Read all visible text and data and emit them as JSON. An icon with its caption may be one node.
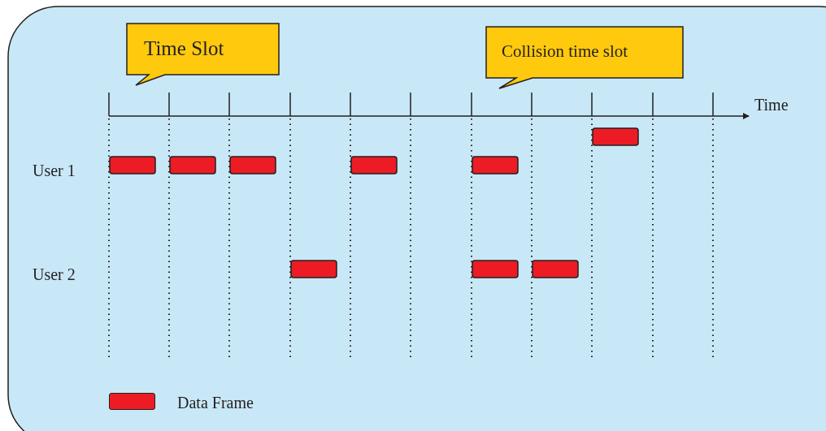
{
  "diagram": {
    "nodes": [
      {
        "text": [
          "Time Slot"
        ]
      },
      {
        "text": [
          "Collision time slot"
        ]
      }
    ],
    "labels": [
      "Time",
      "User 1",
      "User 2"
    ],
    "legend": [
      {
        "text": "Data Frame",
        "color": "#ed1c24"
      }
    ]
  }
}
